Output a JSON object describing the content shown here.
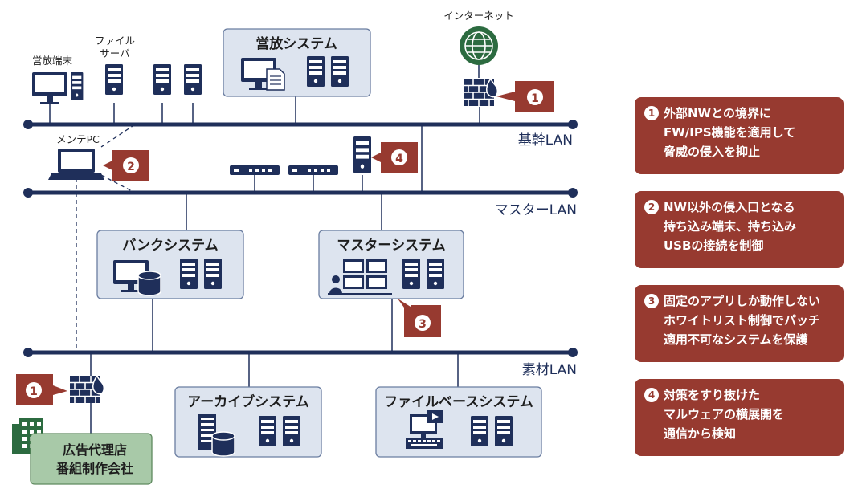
{
  "lans": {
    "backbone": "基幹LAN",
    "master": "マスターLAN",
    "material": "素材LAN"
  },
  "labels": {
    "internet": "インターネット",
    "broadcast_terminal": "営放端末",
    "file_server_1": "ファイル",
    "file_server_2": "サーバ",
    "maintenance_pc": "メンテPC",
    "agency_1": "広告代理店",
    "agency_2": "番組制作会社"
  },
  "systems": {
    "broadcast": "営放システム",
    "bank": "バンクシステム",
    "master": "マスターシステム",
    "archive": "アーカイブシステム",
    "filebase": "ファイルベースシステム"
  },
  "badges": {
    "b1": "1",
    "b2": "2",
    "b3": "3",
    "b4": "4"
  },
  "notes": [
    {
      "num": "1",
      "lines": [
        "外部NWとの境界に",
        "FW/IPS機能を適用して",
        "脅威の侵入を抑止"
      ]
    },
    {
      "num": "2",
      "lines": [
        "NW以外の侵入口となる",
        "持ち込み端末、持ち込み",
        "USBの接続を制御"
      ]
    },
    {
      "num": "3",
      "lines": [
        "固定のアプリしか動作しない",
        "ホワイトリスト制御でパッチ",
        "適用不可なシステムを保護"
      ]
    },
    {
      "num": "4",
      "lines": [
        "対策をすり抜けた",
        "マルウェアの横展開を",
        "通信から検知"
      ]
    }
  ],
  "colors": {
    "navy": "#1f2f5a",
    "box_fill": "#dde4ef",
    "box_stroke": "#6a7da0",
    "badge": "#973a30",
    "internet_green": "#2c6b40",
    "agency_fill": "#a8c9a8"
  },
  "icons": [
    "globe-icon",
    "firewall-icon",
    "monitor-icon",
    "server-icon",
    "laptop-icon",
    "switch-icon",
    "database-icon",
    "document-icon",
    "building-icon",
    "operator-icon",
    "video-terminal-icon"
  ]
}
